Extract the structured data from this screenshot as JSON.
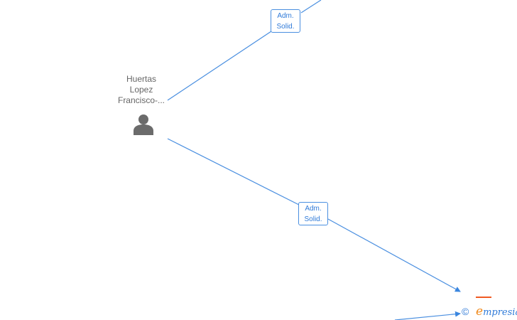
{
  "person": {
    "name_lines": [
      "Huertas",
      "Lopez",
      "Francisco-..."
    ],
    "icon": "person-icon"
  },
  "edges": [
    {
      "label_lines": [
        "Adm.",
        "Solid."
      ]
    },
    {
      "label_lines": [
        "Adm.",
        "Solid."
      ]
    }
  ],
  "watermark": {
    "copyright_symbol": "©",
    "brand_initial": "e",
    "brand_rest": "mpresia",
    "brand_color": "#2f7ad8",
    "accent_color": "#f05a22"
  },
  "colors": {
    "line": "#4a8fe0",
    "label_text": "#2f7ad8",
    "name_text": "#666666",
    "icon": "#6b6b6b"
  }
}
